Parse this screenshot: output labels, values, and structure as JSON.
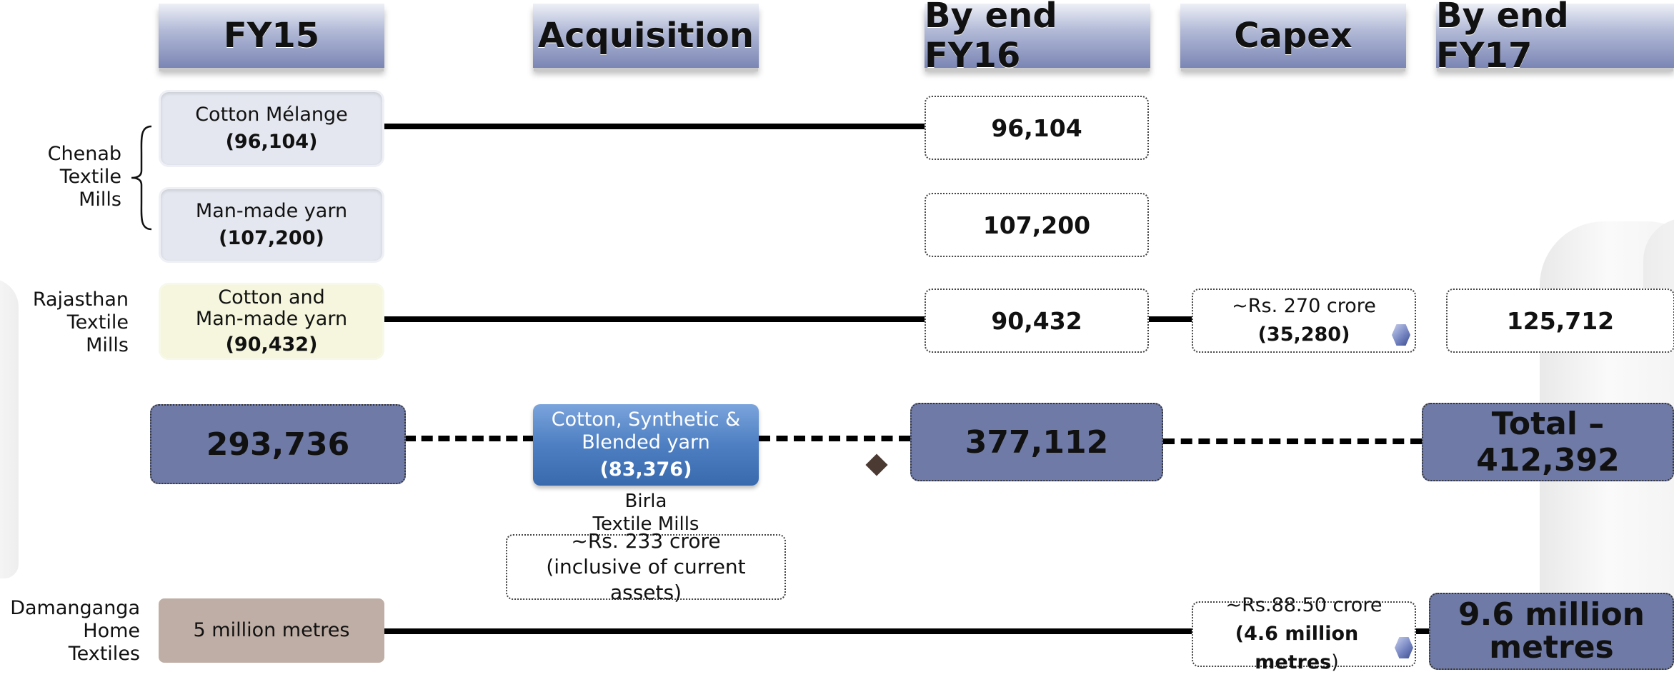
{
  "headers": {
    "fy15": "FY15",
    "acquisition": "Acquisition",
    "end_fy16": "By end FY16",
    "capex": "Capex",
    "end_fy17": "By end FY17"
  },
  "side_labels": {
    "chenab": [
      "Chenab",
      "Textile",
      "Mills"
    ],
    "rajasthan": [
      "Rajasthan",
      "Textile",
      "Mills"
    ],
    "damanganga": [
      "Damanganga",
      "Home",
      "Textiles"
    ]
  },
  "fy15": {
    "cotton_melange": {
      "name": "Cotton Mélange",
      "value": "(96,104)"
    },
    "manmade": {
      "name": "Man-made yarn",
      "value": "(107,200)"
    },
    "rajasthan": {
      "name_line1": "Cotton and",
      "name_line2": "Man-made yarn",
      "value": "(90,432)"
    },
    "total": "293,736",
    "damanganga": "5 million metres"
  },
  "acquisition": {
    "box_line1": "Cotton, Synthetic &",
    "box_line2": "Blended yarn",
    "box_value": "(83,376)",
    "company_line1": "Birla",
    "company_line2": "Textile Mills",
    "cost_line1": "~Rs. 233 crore",
    "cost_line2": "(inclusive of current assets)"
  },
  "end_fy16": {
    "cotton_melange": "96,104",
    "manmade": "107,200",
    "rajasthan": "90,432",
    "total": "377,112"
  },
  "capex": {
    "rajasthan_cost": "~Rs. 270 crore",
    "rajasthan_value": "(35,280)",
    "damanganga_cost": "~Rs.88.50 crore",
    "damanganga_value": "(4.6 million metres",
    "damanganga_paren": ")"
  },
  "end_fy17": {
    "rajasthan": "125,712",
    "total": "Total – 412,392",
    "damanganga_line1": "9.6 million",
    "damanganga_line2": "metres"
  }
}
